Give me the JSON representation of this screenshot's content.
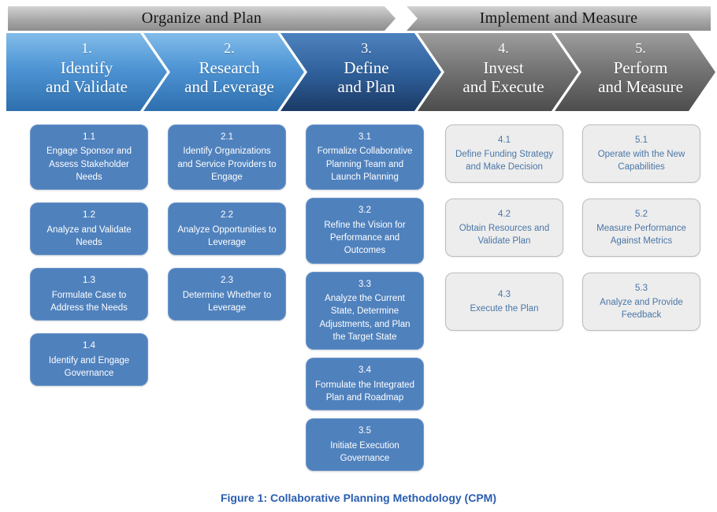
{
  "groups": [
    {
      "label": "Organize and Plan"
    },
    {
      "label": "Implement and Measure"
    }
  ],
  "phases": [
    {
      "number": "1.",
      "title_lines": [
        "Identify",
        "and Validate"
      ]
    },
    {
      "number": "2.",
      "title_lines": [
        "Research",
        "and Leverage"
      ]
    },
    {
      "number": "3.",
      "title_lines": [
        "Define",
        "and Plan"
      ]
    },
    {
      "number": "4.",
      "title_lines": [
        "Invest",
        "and Execute"
      ]
    },
    {
      "number": "5.",
      "title_lines": [
        "Perform",
        "and Measure"
      ]
    }
  ],
  "columns": [
    {
      "steps": [
        {
          "id": "1.1",
          "text": "Engage Sponsor and Assess Stakeholder Needs"
        },
        {
          "id": "1.2",
          "text": "Analyze and Validate Needs"
        },
        {
          "id": "1.3",
          "text": "Formulate Case to Address the Needs"
        },
        {
          "id": "1.4",
          "text": "Identify and Engage Governance"
        }
      ]
    },
    {
      "steps": [
        {
          "id": "2.1",
          "text": "Identify Organizations and Service Providers to Engage"
        },
        {
          "id": "2.2",
          "text": "Analyze Opportunities to Leverage"
        },
        {
          "id": "2.3",
          "text": "Determine Whether to Leverage"
        }
      ]
    },
    {
      "steps": [
        {
          "id": "3.1",
          "text": "Formalize Collaborative Planning Team and Launch Planning"
        },
        {
          "id": "3.2",
          "text": "Refine the Vision for Performance and Outcomes"
        },
        {
          "id": "3.3",
          "text": "Analyze the Current State, Determine Adjustments, and Plan the Target State"
        },
        {
          "id": "3.4",
          "text": "Formulate the Integrated Plan and Roadmap"
        },
        {
          "id": "3.5",
          "text": "Initiate Execution Governance"
        }
      ]
    },
    {
      "steps": [
        {
          "id": "4.1",
          "text": "Define Funding Strategy and Make Decision"
        },
        {
          "id": "4.2",
          "text": "Obtain Resources and Validate Plan"
        },
        {
          "id": "4.3",
          "text": "Execute the Plan"
        }
      ]
    },
    {
      "steps": [
        {
          "id": "5.1",
          "text": "Operate with the New Capabilities"
        },
        {
          "id": "5.2",
          "text": "Measure Performance Against Metrics"
        },
        {
          "id": "5.3",
          "text": "Analyze and Provide Feedback"
        }
      ]
    }
  ],
  "caption": "Figure 1:  Collaborative Planning Methodology (CPM)",
  "colors": {
    "phase_blue_top": "#82bce9",
    "phase_blue_bottom": "#2e6fae",
    "phase_darkblue_top": "#4e82be",
    "phase_darkblue_bottom": "#1b3a66",
    "phase_gray_top": "#9d9d9d",
    "phase_gray_bottom": "#4d4d4d",
    "step_blue_bg": "#4f81bd",
    "step_gray_bg": "#ededed",
    "step_gray_text": "#4a76a8",
    "caption_blue": "#2a5db0"
  }
}
